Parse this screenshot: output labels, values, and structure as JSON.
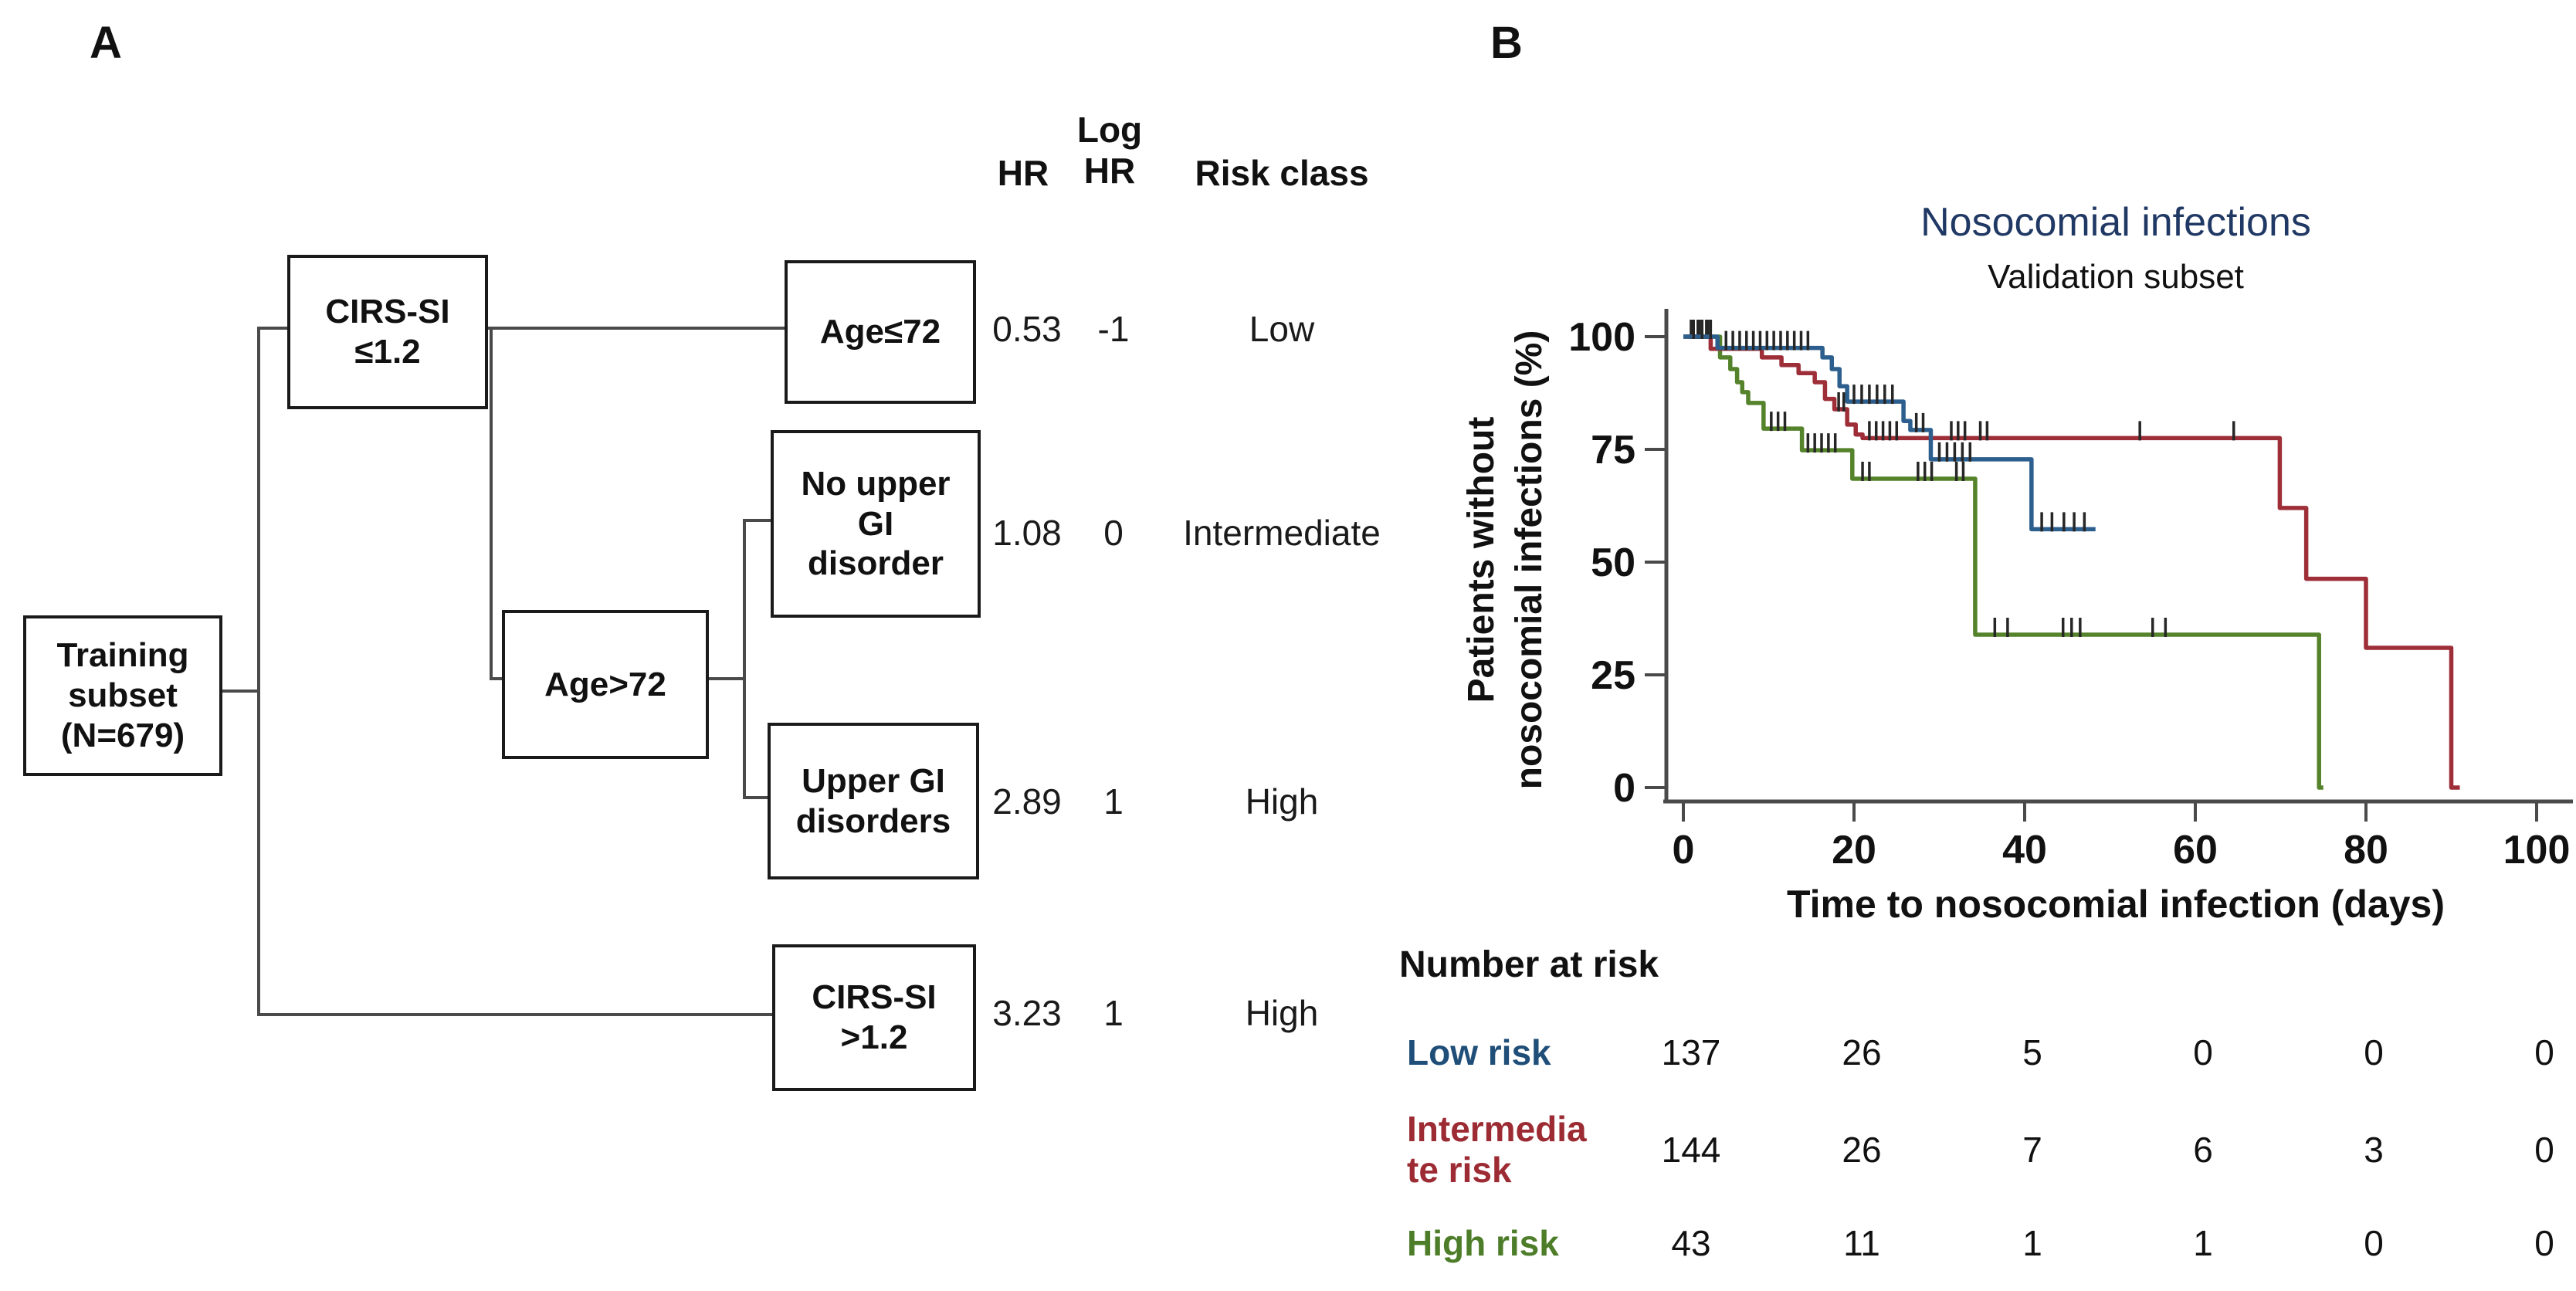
{
  "panel_a": {
    "label": "A",
    "nodes": {
      "training": {
        "label": "Training\nsubset\n(N=679)"
      },
      "cirs_low": {
        "label": "CIRS-SI\n≤1.2"
      },
      "age_le": {
        "label": "Age≤72"
      },
      "age_gt": {
        "label": "Age>72"
      },
      "no_ugi": {
        "label": "No upper\nGI\ndisorder"
      },
      "ugi": {
        "label": "Upper GI\ndisorders"
      },
      "cirs_high": {
        "label": "CIRS-SI\n>1.2"
      }
    },
    "columns": {
      "hr": "HR",
      "log_hr": "Log\nHR",
      "risk_class": "Risk class"
    },
    "rows": [
      {
        "terminal": "Age≤72",
        "hr": "0.53",
        "log_hr": "-1",
        "risk_class": "Low"
      },
      {
        "terminal": "No upper GI disorder",
        "hr": "1.08",
        "log_hr": "0",
        "risk_class": "Intermediate"
      },
      {
        "terminal": "Upper GI disorders",
        "hr": "2.89",
        "log_hr": "1",
        "risk_class": "High"
      },
      {
        "terminal": "CIRS-SI >1.2",
        "hr": "3.23",
        "log_hr": "1",
        "risk_class": "High"
      }
    ]
  },
  "panel_b": {
    "label": "B",
    "title": "Nosocomial infections",
    "title_color": "#203864",
    "subtitle": "Validation subset",
    "ylabel": "Patients without\nnosocomial infections (%)",
    "xlabel": "Time to nosocomial infection (days)",
    "risk_table_title": "Number at risk"
  },
  "chart_data": {
    "type": "line",
    "subtype": "kaplan-meier-step",
    "title": "Nosocomial infections",
    "subtitle": "Validation subset",
    "xlabel": "Time to nosocomial infection (days)",
    "ylabel": "Patients without nosocomial infections (%)",
    "xlim": [
      0,
      100
    ],
    "ylim": [
      0,
      100
    ],
    "xticks": [
      0,
      20,
      40,
      60,
      80,
      100
    ],
    "yticks": [
      0,
      25,
      50,
      75,
      100
    ],
    "grid": false,
    "legend_position": "none",
    "axis_color": "#4a4a4a",
    "censor_color": "#262626",
    "series": [
      {
        "name": "High risk",
        "color": "#55832B",
        "steps": [
          [
            0,
            100
          ],
          [
            4.3,
            95.4
          ],
          [
            5.5,
            92.8
          ],
          [
            6.3,
            89.9
          ],
          [
            6.9,
            87.7
          ],
          [
            7.6,
            85.3
          ],
          [
            9.4,
            79.6
          ],
          [
            13.9,
            74.8
          ],
          [
            19.8,
            68.5
          ],
          [
            34.2,
            33.9
          ],
          [
            74.5,
            0
          ]
        ],
        "end": 75,
        "censors": [
          [
            0.9,
            100
          ],
          [
            1.9,
            100
          ],
          [
            2.9,
            100
          ],
          [
            10.3,
            79.6
          ],
          [
            11.1,
            79.6
          ],
          [
            11.9,
            79.6
          ],
          [
            14.6,
            74.8
          ],
          [
            15.4,
            74.8
          ],
          [
            16.2,
            74.8
          ],
          [
            17,
            74.8
          ],
          [
            17.8,
            74.8
          ],
          [
            21,
            68.5
          ],
          [
            21.8,
            68.5
          ],
          [
            27.5,
            68.5
          ],
          [
            28.3,
            68.5
          ],
          [
            29.1,
            68.5
          ],
          [
            32,
            68.5
          ],
          [
            32.8,
            68.5
          ],
          [
            36.5,
            33.9
          ],
          [
            38,
            33.9
          ],
          [
            44.5,
            33.9
          ],
          [
            45.5,
            33.9
          ],
          [
            46.5,
            33.9
          ],
          [
            55,
            33.9
          ],
          [
            56.5,
            33.9
          ]
        ]
      },
      {
        "name": "Intermediate risk",
        "color": "#9E2F38",
        "steps": [
          [
            0,
            100
          ],
          [
            3.2,
            97.3
          ],
          [
            9.2,
            95.4
          ],
          [
            11.5,
            93.7
          ],
          [
            13.5,
            91.9
          ],
          [
            15.4,
            89.9
          ],
          [
            16.6,
            86.2
          ],
          [
            17.7,
            83.9
          ],
          [
            19.2,
            80.5
          ],
          [
            20.2,
            78.3
          ],
          [
            21,
            77.5
          ],
          [
            69.9,
            62
          ],
          [
            73,
            46.3
          ],
          [
            80,
            31
          ],
          [
            90,
            0
          ]
        ],
        "end": 91,
        "censors": [
          [
            1.7,
            100
          ],
          [
            2.7,
            100
          ],
          [
            18.2,
            83.9
          ],
          [
            18.8,
            83.9
          ],
          [
            21.8,
            77.5
          ],
          [
            22.6,
            77.5
          ],
          [
            23.4,
            77.5
          ],
          [
            24.2,
            77.5
          ],
          [
            25,
            77.5
          ],
          [
            31.4,
            77.5
          ],
          [
            32.2,
            77.5
          ],
          [
            33,
            77.5
          ],
          [
            34.8,
            77.5
          ],
          [
            35.6,
            77.5
          ],
          [
            53.5,
            77.5
          ],
          [
            64.5,
            77.5
          ]
        ]
      },
      {
        "name": "Low risk",
        "color": "#2D5F8E",
        "steps": [
          [
            0,
            100
          ],
          [
            4,
            97.5
          ],
          [
            16.3,
            95.4
          ],
          [
            17.4,
            92.8
          ],
          [
            18.3,
            89
          ],
          [
            19.2,
            85.6
          ],
          [
            25.8,
            81.3
          ],
          [
            26.6,
            79.3
          ],
          [
            29,
            72.8
          ],
          [
            40.8,
            57.3
          ]
        ],
        "end": 48.3,
        "censors": [
          [
            1.2,
            100
          ],
          [
            2.2,
            100
          ],
          [
            3.2,
            100
          ],
          [
            5,
            97.5
          ],
          [
            5.8,
            97.5
          ],
          [
            6.6,
            97.5
          ],
          [
            7.4,
            97.5
          ],
          [
            8.2,
            97.5
          ],
          [
            9,
            97.5
          ],
          [
            9.8,
            97.5
          ],
          [
            10.6,
            97.5
          ],
          [
            11.4,
            97.5
          ],
          [
            12.2,
            97.5
          ],
          [
            13,
            97.5
          ],
          [
            13.8,
            97.5
          ],
          [
            14.6,
            97.5
          ],
          [
            20,
            85.6
          ],
          [
            20.9,
            85.6
          ],
          [
            21.8,
            85.6
          ],
          [
            22.7,
            85.6
          ],
          [
            23.6,
            85.6
          ],
          [
            24.5,
            85.6
          ],
          [
            27.3,
            79.3
          ],
          [
            28.1,
            79.3
          ],
          [
            30,
            72.8
          ],
          [
            30.9,
            72.8
          ],
          [
            31.8,
            72.8
          ],
          [
            32.7,
            72.8
          ],
          [
            33.6,
            72.8
          ],
          [
            42,
            57.3
          ],
          [
            43.2,
            57.3
          ],
          [
            44.6,
            57.3
          ],
          [
            45.8,
            57.3
          ],
          [
            47,
            57.3
          ]
        ]
      }
    ],
    "risk_table": {
      "title": "Number at risk",
      "time_points": [
        0,
        20,
        40,
        60,
        80,
        100
      ],
      "rows": [
        {
          "label": "Low risk",
          "display_label": "Low risk",
          "color": "#1F4E79",
          "values": [
            137,
            26,
            5,
            0,
            0,
            0
          ]
        },
        {
          "label": "Intermediate risk",
          "display_label": "Intermedia\nte risk",
          "color": "#9C2B33",
          "values": [
            144,
            26,
            7,
            6,
            3,
            0
          ]
        },
        {
          "label": "High risk",
          "display_label": "High risk",
          "color": "#4E7D2A",
          "values": [
            43,
            11,
            1,
            1,
            0,
            0
          ]
        }
      ]
    }
  }
}
